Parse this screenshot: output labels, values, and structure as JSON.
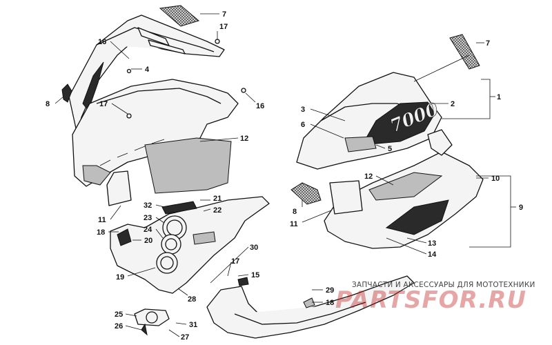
{
  "callouts": {
    "c7a": "7",
    "c17a": "17",
    "c16a": "16",
    "c4": "4",
    "c8a": "8",
    "c17b": "17",
    "c16b": "16",
    "c7b": "7",
    "c1": "1",
    "c2": "2",
    "c3": "3",
    "c6": "6",
    "c5": "5",
    "c12a": "12",
    "c12b": "12",
    "c10": "10",
    "c9": "9",
    "c8b": "8",
    "c11a": "11",
    "c11b": "11",
    "c13": "13",
    "c14": "14",
    "c18a": "18",
    "c32": "32",
    "c23": "23",
    "c24": "24",
    "c20": "20",
    "c21": "21",
    "c22": "22",
    "c19": "19",
    "c30": "30",
    "c17c": "17",
    "c15": "15",
    "c28": "28",
    "c29": "29",
    "c18b": "18",
    "c25": "25",
    "c26": "26",
    "c31": "31",
    "c27": "27"
  },
  "decal_text": "7000",
  "watermark": {
    "subtitle": "ЗАПЧАСТИ И АКСЕССУАРЫ ДЛЯ МОТОТЕХНИКИ",
    "logo": "PARTSFOR.RU"
  },
  "colors": {
    "line": "#111111",
    "watermark": "#be1414"
  }
}
